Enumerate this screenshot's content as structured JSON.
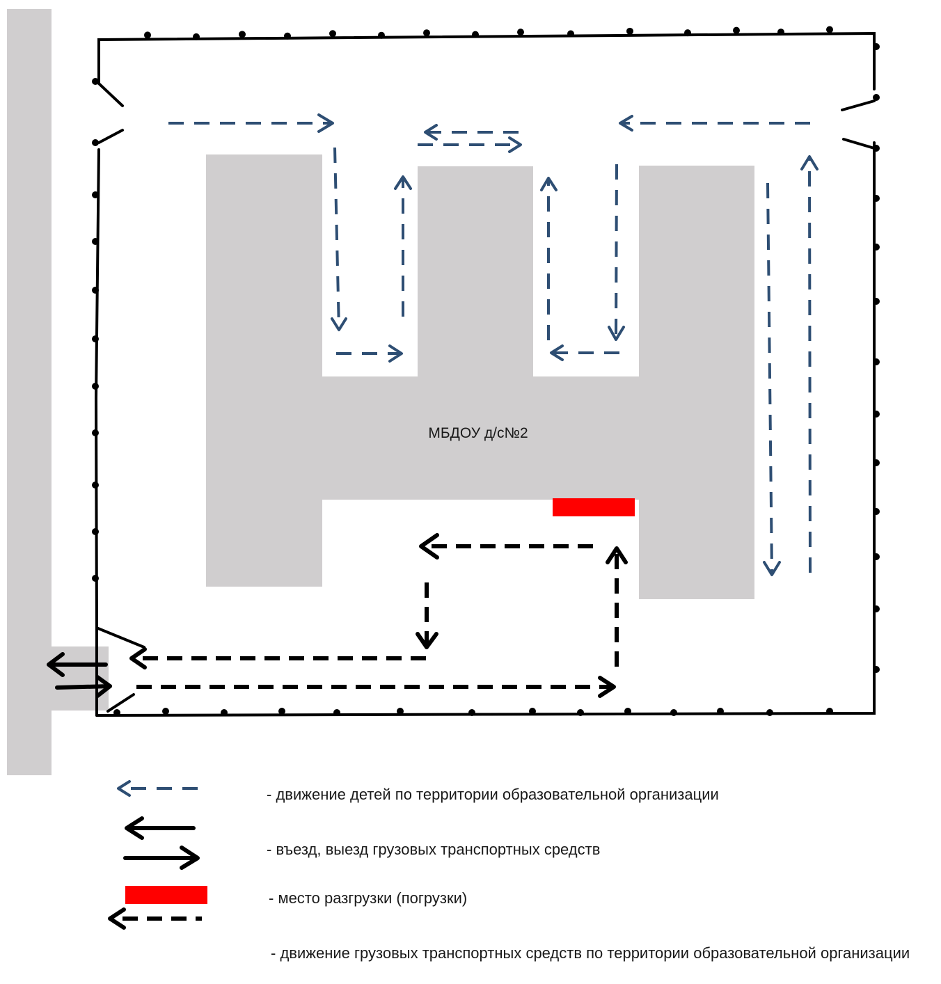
{
  "building": {
    "label": "МБДОУ д/с№2"
  },
  "colors": {
    "building": "#d0cecf",
    "road": "#d0cecf",
    "children_path": "#2e4e73",
    "truck_path": "#000000",
    "unloading_zone": "#ff0000",
    "fence": "#000000"
  },
  "legend": {
    "children_movement": "- движение детей по территории образовательной организации",
    "truck_entry_exit": "- въезд, выезд грузовых транспортных средств",
    "unloading_place": "- место разгрузки (погрузки)",
    "truck_movement": "- движение грузовых транспортных средств по территории образовательной организации"
  }
}
